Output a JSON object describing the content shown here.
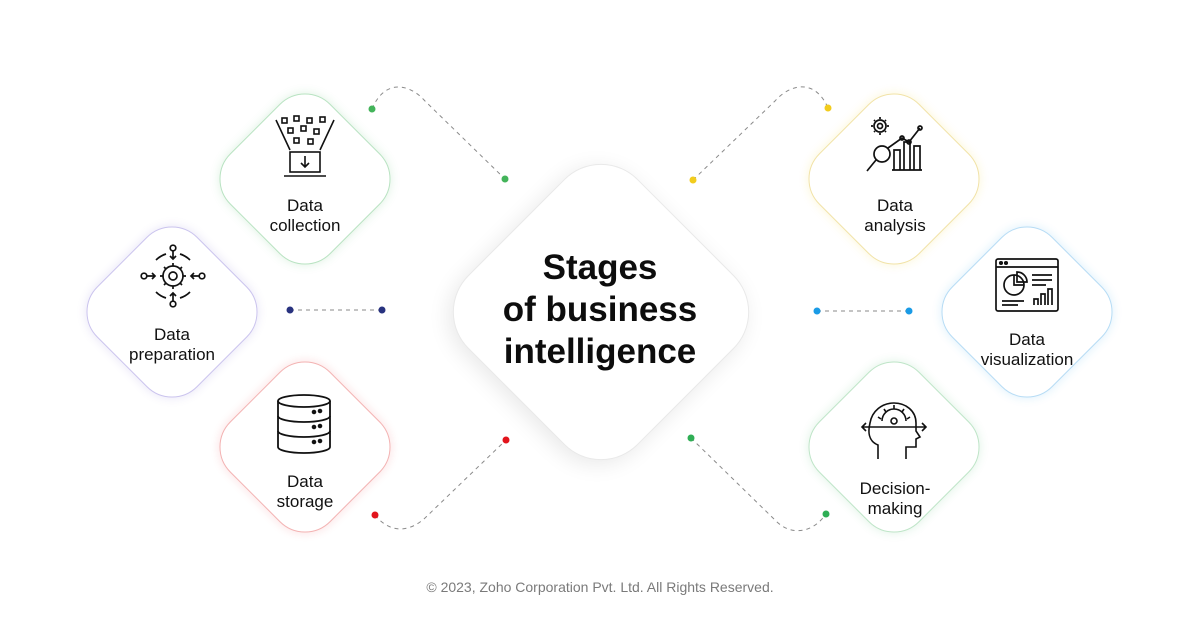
{
  "center": {
    "title_line1": "Stages",
    "title_line2": "of business",
    "title_line3": "intelligence"
  },
  "stages": {
    "collection": {
      "line1": "Data",
      "line2": "collection",
      "color": "#43b45a",
      "icon": "data-collection-icon"
    },
    "preparation": {
      "line1": "Data",
      "line2": "preparation",
      "color": "#28327f",
      "icon": "gear-cycle-icon"
    },
    "storage": {
      "line1": "Data",
      "line2": "storage",
      "color": "#e2141c",
      "icon": "database-icon"
    },
    "analysis": {
      "line1": "Data",
      "line2": "analysis",
      "color": "#f2cc1d",
      "icon": "analytics-icon"
    },
    "visualization": {
      "line1": "Data",
      "line2": "visualization",
      "color": "#1a9be6",
      "icon": "dashboard-icon"
    },
    "decision": {
      "line1": "Decision-",
      "line2": "making",
      "color": "#2fae55",
      "icon": "decision-head-icon"
    }
  },
  "footer": {
    "copyright": "© 2023, Zoho Corporation Pvt. Ltd. All Rights Reserved."
  }
}
